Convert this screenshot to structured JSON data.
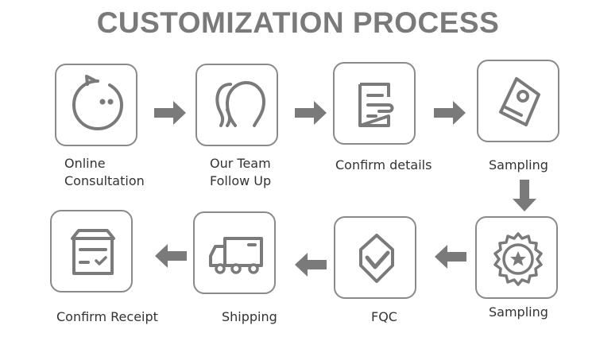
{
  "title": "CUSTOMIZATION PROCESS",
  "colors": {
    "icon": "#7a7a7a",
    "border": "#8a8a8a",
    "text": "#333333",
    "title": "#7a7a7a"
  },
  "steps": [
    {
      "lines": [
        "Online",
        "Consultation"
      ],
      "icon": "chat-bubble-icon"
    },
    {
      "lines": [
        "Our Team",
        "Follow Up"
      ],
      "icon": "team-icon"
    },
    {
      "lines": [
        "Confirm details"
      ],
      "icon": "document-icon"
    },
    {
      "lines": [
        "Sampling"
      ],
      "icon": "tag-icon"
    },
    {
      "lines": [
        "Sampling"
      ],
      "icon": "badge-star-icon"
    },
    {
      "lines": [
        "FQC"
      ],
      "icon": "quality-check-icon"
    },
    {
      "lines": [
        "Shipping"
      ],
      "icon": "truck-icon"
    },
    {
      "lines": [
        "Confirm Receipt"
      ],
      "icon": "open-box-icon"
    }
  ]
}
